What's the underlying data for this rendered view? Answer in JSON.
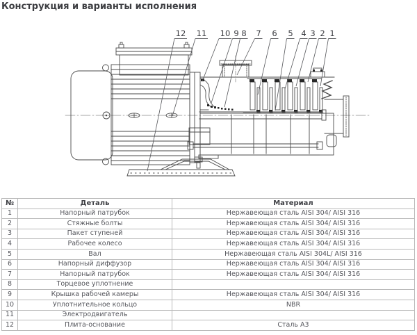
{
  "page": {
    "title": "Конструкция и варианты исполнения"
  },
  "colors": {
    "title_text": "#3d3e42",
    "table_text": "#55565c",
    "table_border": "#b9b9b9",
    "drawing_line": "#4a4a4a"
  },
  "diagram": {
    "description": "cross-section-of-horizontal-multistage-centrifugal-pump-with-motor",
    "callouts": [
      {
        "label": "12"
      },
      {
        "label": "11"
      },
      {
        "label": "10"
      },
      {
        "label": "9"
      },
      {
        "label": "8"
      },
      {
        "label": "7"
      },
      {
        "label": "6"
      },
      {
        "label": "5"
      },
      {
        "label": "4"
      },
      {
        "label": "3"
      },
      {
        "label": "2"
      },
      {
        "label": "1"
      }
    ]
  },
  "table": {
    "headers": {
      "num": "№",
      "part": "Деталь",
      "material": "Материал"
    },
    "rows": [
      {
        "num": "1",
        "part": "Напорный патрубок",
        "material": "Нержавеющая сталь AISI 304/ AISI 316"
      },
      {
        "num": "2",
        "part": "Стяжные болты",
        "material": "Нержавеющая сталь AISI 304/ AISI 316"
      },
      {
        "num": "3",
        "part": "Пакет ступеней",
        "material": "Нержавеющая сталь AISI 304/ AISI 316"
      },
      {
        "num": "4",
        "part": "Рабочее колесо",
        "material": "Нержавеющая сталь AISI 304/ AISI 316"
      },
      {
        "num": "5",
        "part": "Вал",
        "material": "Нержавеющая сталь AISI 304L/ AISI 316"
      },
      {
        "num": "6",
        "part": "Напорный диффузор",
        "material": "Нержавеющая сталь AISI 304/ AISI 316"
      },
      {
        "num": "7",
        "part": "Напорный патрубок",
        "material": "Нержавеющая сталь AISI 304/ AISI 316"
      },
      {
        "num": "8",
        "part": "Торцевое уплотнение",
        "material": ""
      },
      {
        "num": "9",
        "part": "Крышка рабочей камеры",
        "material": "Нержавеющая сталь AISI 304/ AISI 316"
      },
      {
        "num": "10",
        "part": "Уплотнительное кольцо",
        "material": "NBR"
      },
      {
        "num": "11",
        "part": "Электродвигатель",
        "material": ""
      },
      {
        "num": "12",
        "part": "Плита-основание",
        "material": "Сталь А3"
      }
    ]
  }
}
